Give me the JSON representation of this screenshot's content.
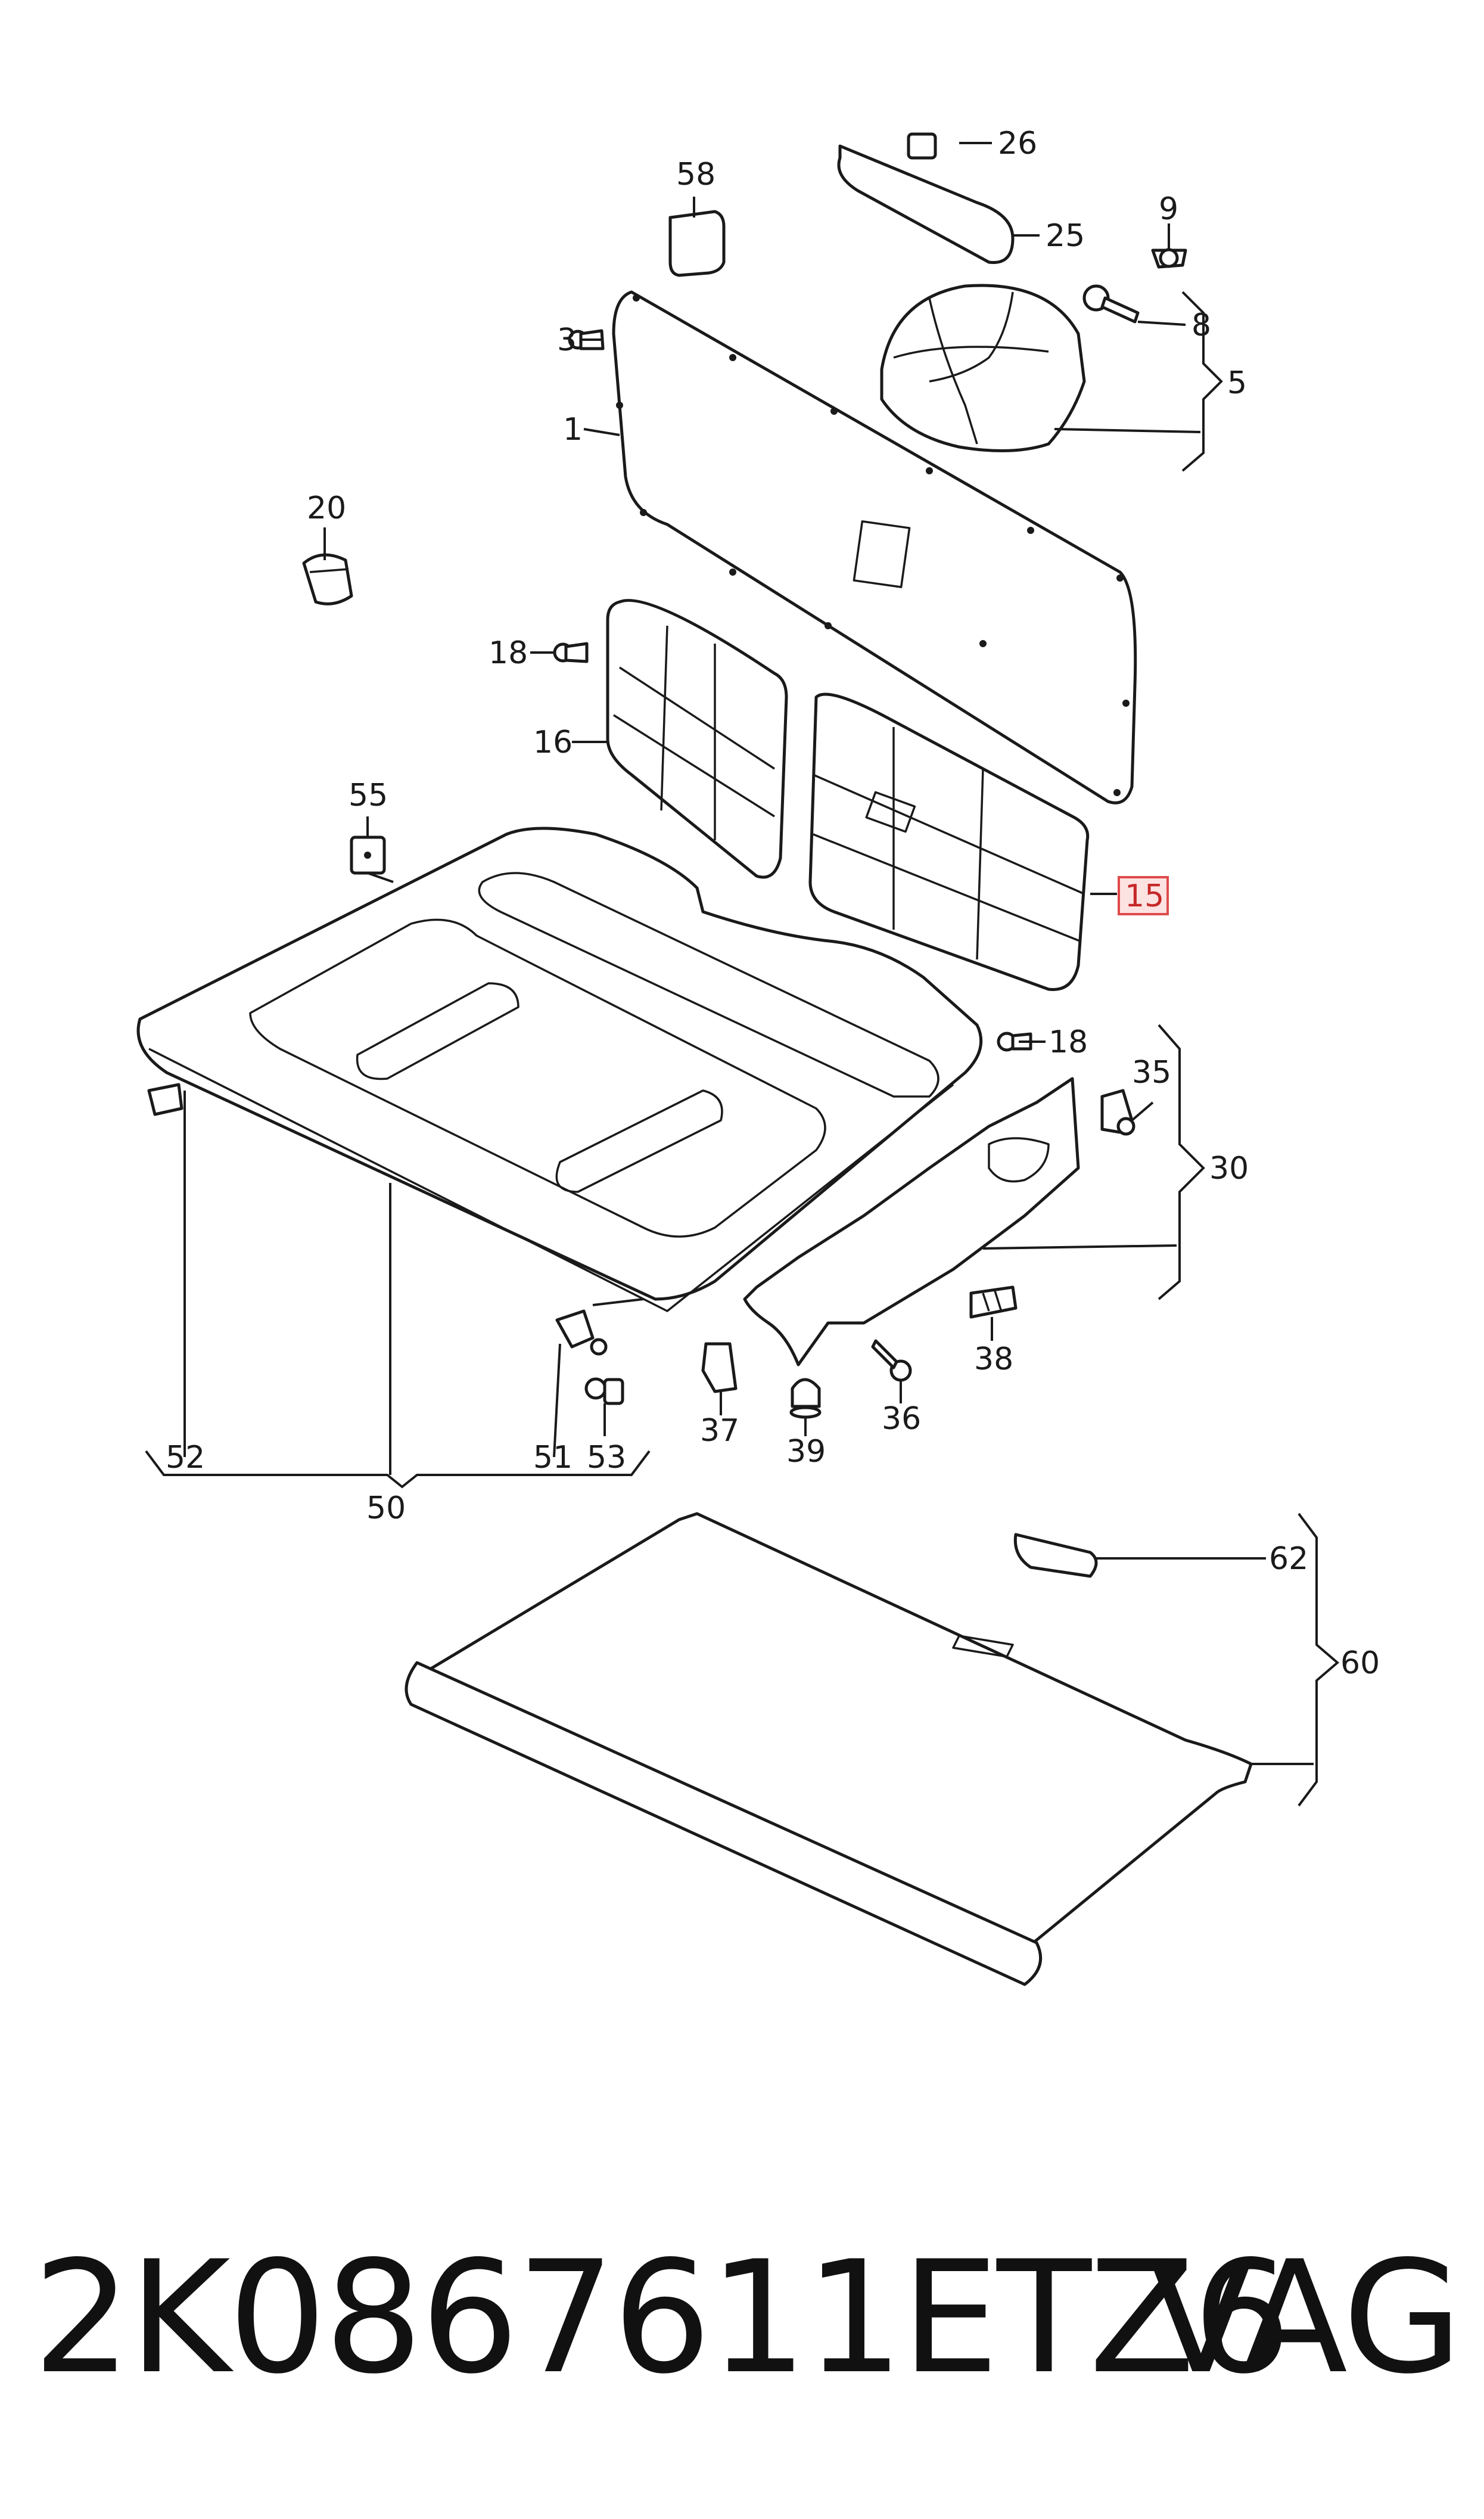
{
  "labels": {
    "l1": "1",
    "l3": "3",
    "l5": "5",
    "l8": "8",
    "l9": "9",
    "l15": "15",
    "l16": "16",
    "l18a": "18",
    "l18b": "18",
    "l20": "20",
    "l25": "25",
    "l26": "26",
    "l30": "30",
    "l35": "35",
    "l36": "36",
    "l37": "37",
    "l38": "38",
    "l39": "39",
    "l50": "50",
    "l51": "51",
    "l52": "52",
    "l53": "53",
    "l55": "55",
    "l58": "58",
    "l60": "60",
    "l62": "62"
  },
  "highlighted_label": "15",
  "footer": {
    "part_number": "2K0867611ETZ6",
    "brand": "VAG"
  },
  "colors": {
    "line": "#1a1a1a",
    "highlight_fill": "#fde2e2",
    "highlight_stroke": "#e04a4a"
  }
}
